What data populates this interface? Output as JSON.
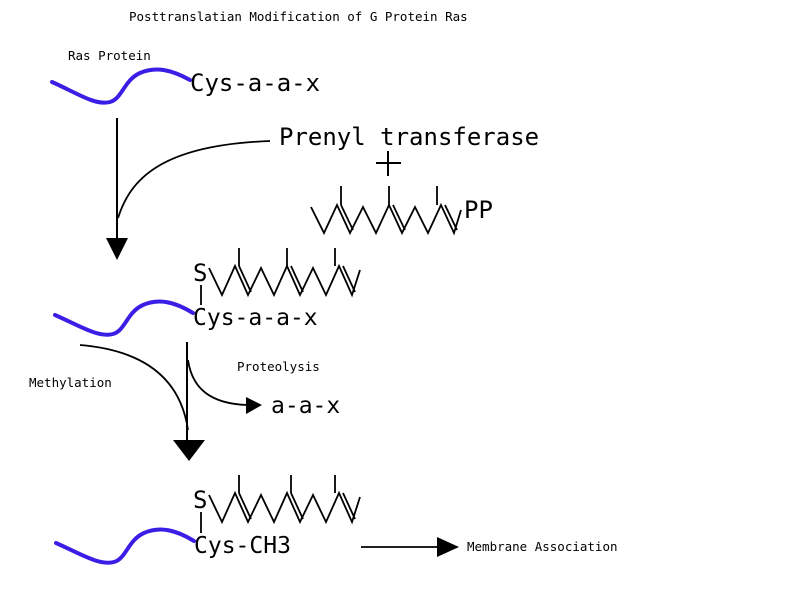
{
  "diagram": {
    "title": "Posttranslatian Modification of G Protein Ras",
    "stage1": {
      "protein_label": "Ras Protein",
      "motif": "Cys-a-a-x"
    },
    "enzyme": {
      "name": "Prenyl transferase",
      "plus": "+",
      "substrate_suffix": "PP"
    },
    "stage2": {
      "sulfur": "S",
      "motif": "Cys-a-a-x"
    },
    "methylation_label": "Methylation",
    "proteolysis": {
      "label": "Proteolysis",
      "product": "a-a-x"
    },
    "stage3": {
      "sulfur": "S",
      "motif": "Cys-CH3"
    },
    "membrane_label": "Membrane Association",
    "colors": {
      "protein_chain": "#3a1ee6",
      "ink": "#000000"
    }
  }
}
